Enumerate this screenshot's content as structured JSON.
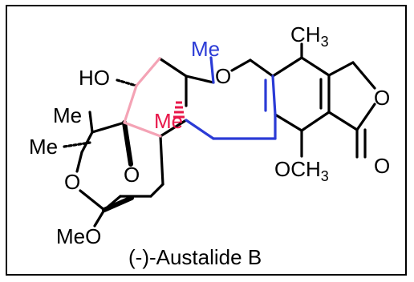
{
  "molecule": {
    "name": "(-)-Austalide B",
    "colors": {
      "bond": "#000000",
      "accent_red": "#e8174a",
      "accent_red_bond": "#f4a3b5",
      "accent_blue": "#2b3bd6"
    },
    "atoms": {
      "ho": {
        "main": "HO"
      },
      "me_top": {
        "main": "Me"
      },
      "o_pyran": {
        "main": "O"
      },
      "ch3_top": {
        "main": "CH",
        "sub": "3"
      },
      "me_red": {
        "main": "Me"
      },
      "me_left_top": {
        "main": "Me"
      },
      "me_left_bottom": {
        "main": "Me"
      },
      "o_lactone_ring": {
        "main": "O"
      },
      "o_lactone_carbonyl": {
        "main": "O"
      },
      "o_bridge": {
        "main": "O"
      },
      "o_ketal": {
        "main": "O"
      },
      "och3": {
        "main": "OCH",
        "sub": "3"
      },
      "meo": {
        "main": "MeO"
      }
    }
  }
}
